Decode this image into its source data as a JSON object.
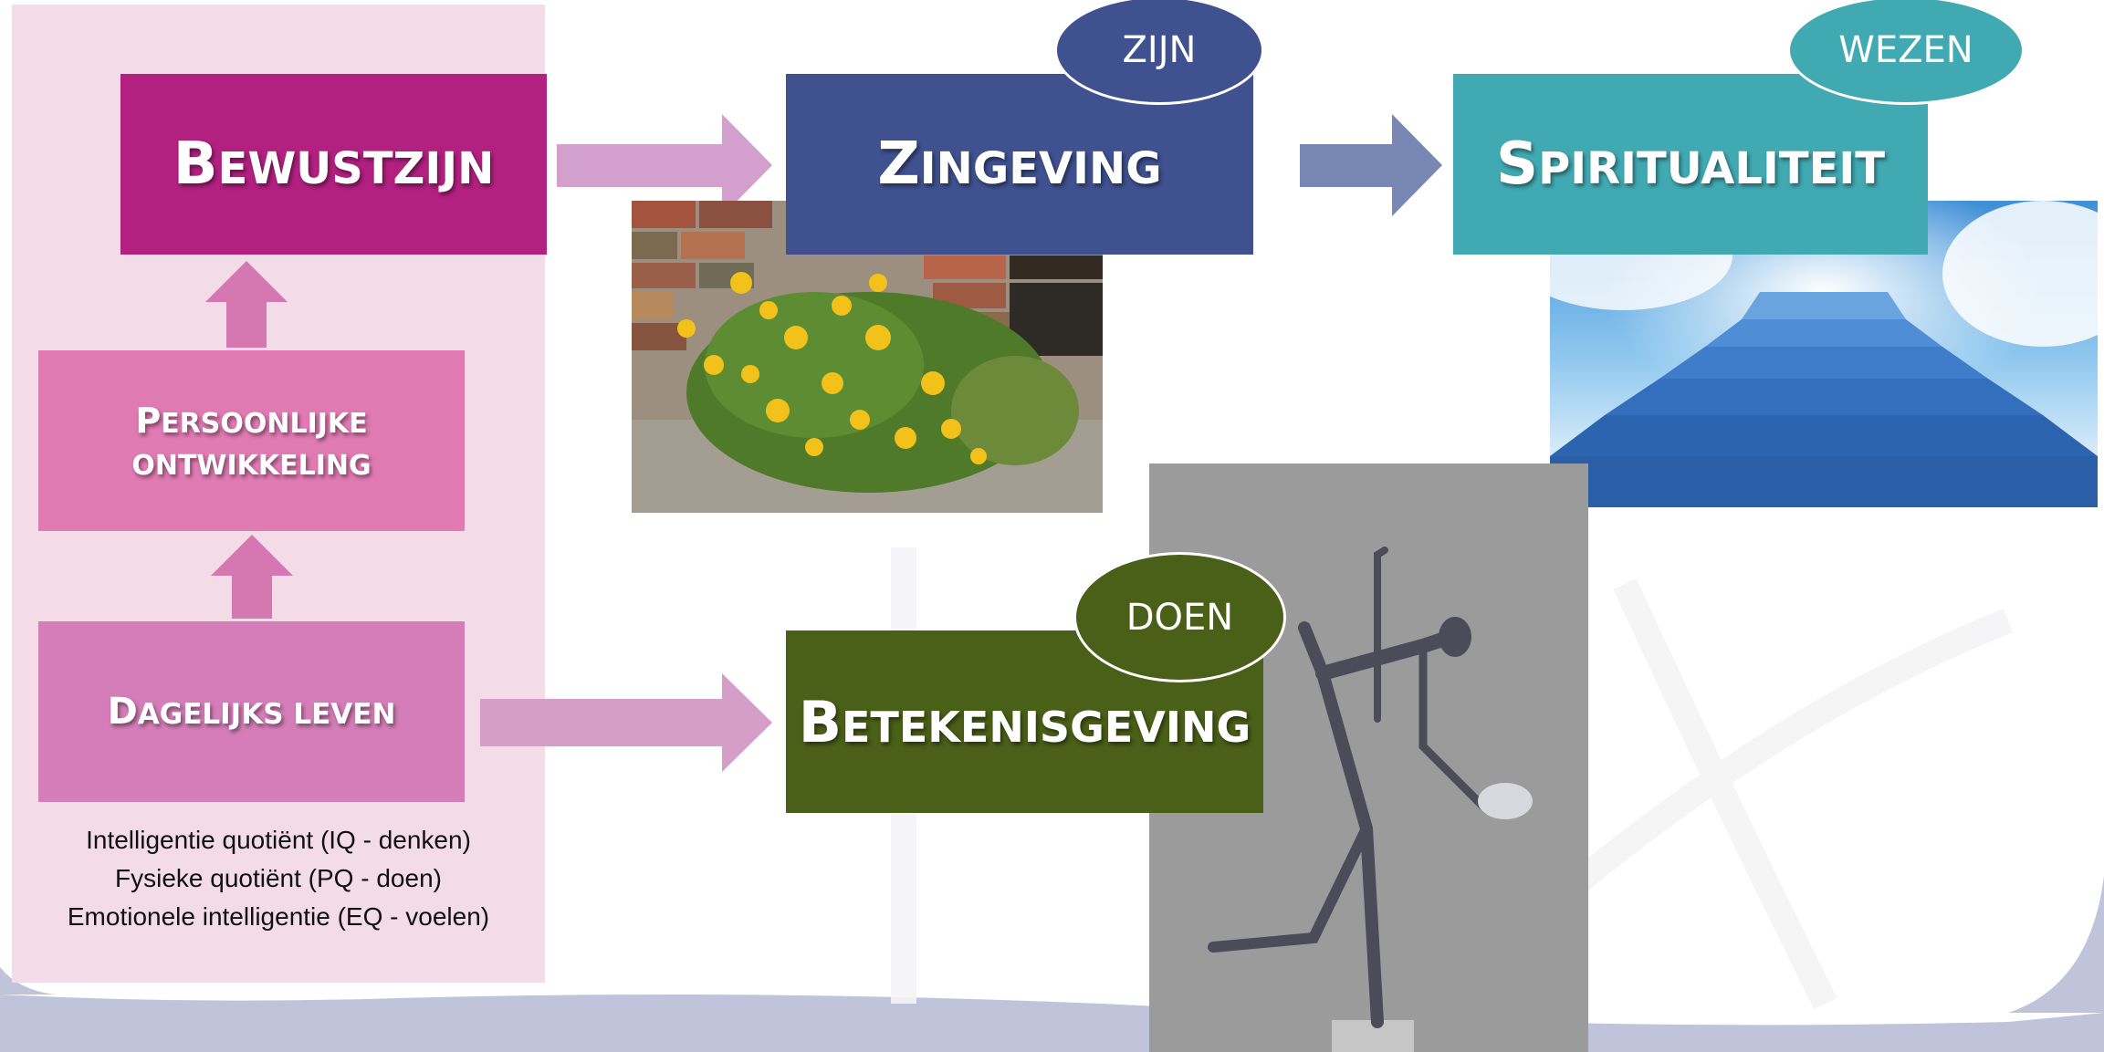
{
  "boxes": {
    "bewustzijn": {
      "first": "B",
      "rest": "ewustzijn"
    },
    "persoonlijke_line1": {
      "first": "P",
      "rest": "ersoonlijke"
    },
    "persoonlijke_line2": {
      "rest": "ontwikkeling"
    },
    "dagelijks": {
      "first": "D",
      "rest": "agelijks leven"
    },
    "zingeving": {
      "first": "Z",
      "rest": "ingeving"
    },
    "spiritualiteit": {
      "first": "S",
      "rest": "piritualiteit"
    },
    "betekenisgeving": {
      "first": "B",
      "rest": "etekenisgeving"
    }
  },
  "ovals": {
    "zijn": "ZIJN",
    "wezen": "WEZEN",
    "doen": "DOEN"
  },
  "caption": [
    "Intelligentie quotiënt (IQ - denken)",
    "Fysieke quotiënt (PQ - doen)",
    "Emotionele intelligentie (EQ - voelen)"
  ],
  "colors": {
    "bewustzijn": "#b22080",
    "persoonlijke": "#e07ab3",
    "dagelijks": "#d57db8",
    "zingeving": "#3f518f",
    "spiritualiteit": "#41a9b2",
    "betekenisgeving": "#4a5f17",
    "panel": "#f3dbe8"
  },
  "images": [
    "flowers-photo",
    "stairs-to-sky-photo",
    "statue-photo"
  ]
}
